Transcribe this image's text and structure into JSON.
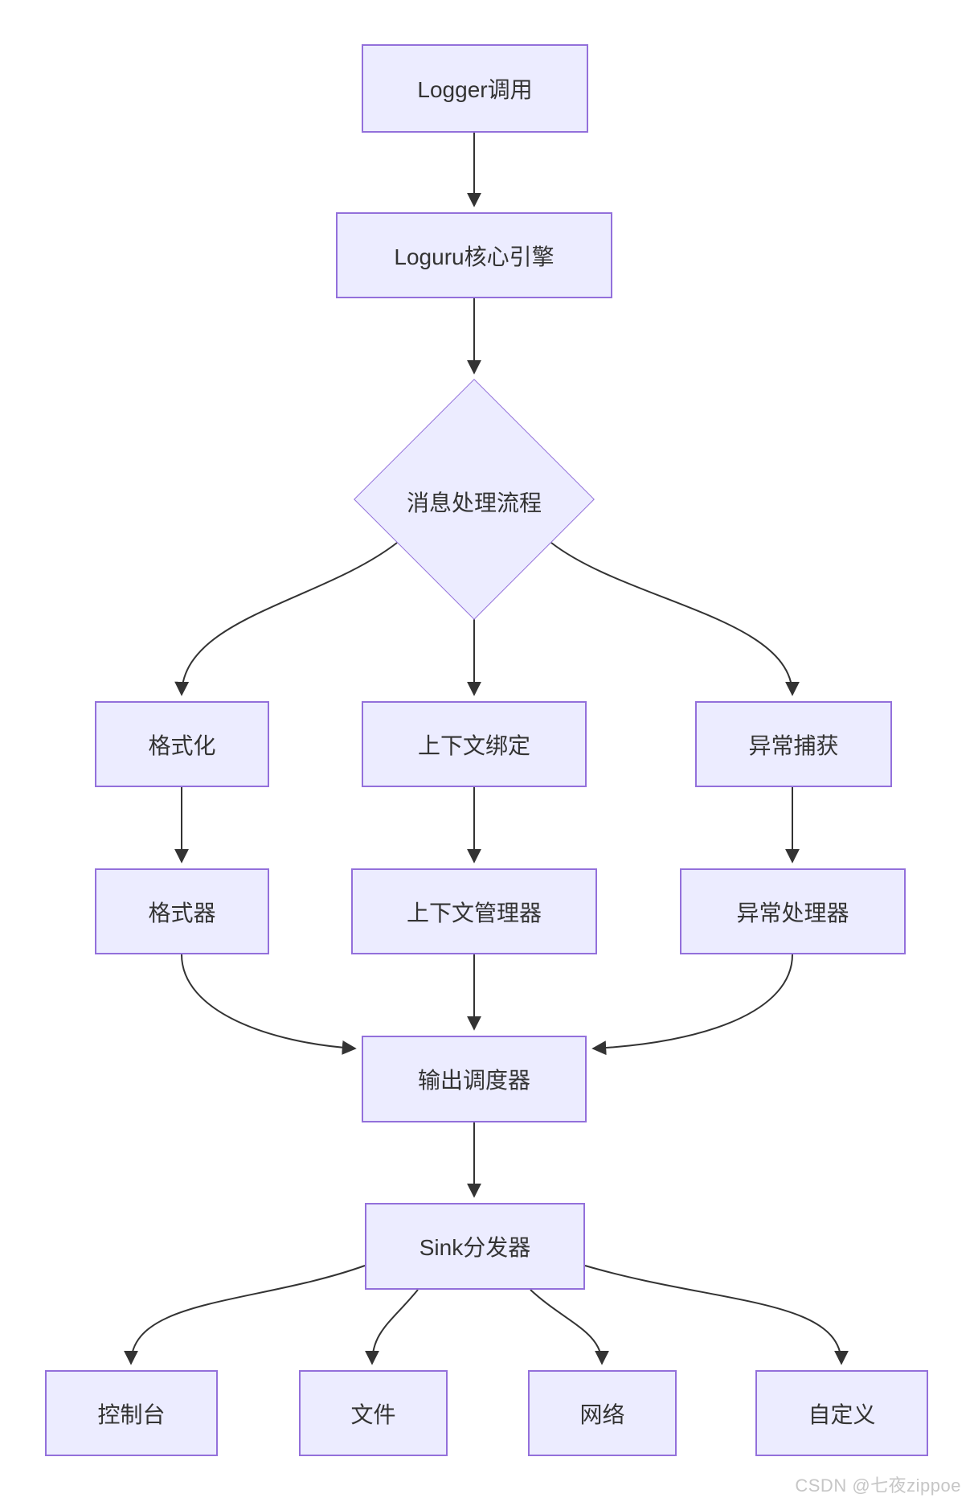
{
  "diagram": {
    "title_hint": "Loguru message processing flowchart",
    "colors": {
      "node_fill": "#ECECFF",
      "node_border": "#9370DB",
      "edge": "#333333",
      "text": "#333333",
      "background": "#ffffff",
      "watermark": "#c6c6c6"
    },
    "nodes": {
      "logger_call": {
        "label": "Logger调用",
        "shape": "rect"
      },
      "core_engine": {
        "label": "Loguru核心引擎",
        "shape": "rect"
      },
      "decision": {
        "label": "消息处理流程",
        "shape": "diamond"
      },
      "formatting": {
        "label": "格式化",
        "shape": "rect"
      },
      "context_binding": {
        "label": "上下文绑定",
        "shape": "rect"
      },
      "exception_capture": {
        "label": "异常捕获",
        "shape": "rect"
      },
      "formatter": {
        "label": "格式器",
        "shape": "rect"
      },
      "context_manager": {
        "label": "上下文管理器",
        "shape": "rect"
      },
      "exception_handler": {
        "label": "异常处理器",
        "shape": "rect"
      },
      "output_dispatcher": {
        "label": "输出调度器",
        "shape": "rect"
      },
      "sink_distributor": {
        "label": "Sink分发器",
        "shape": "rect"
      },
      "console": {
        "label": "控制台",
        "shape": "rect"
      },
      "file": {
        "label": "文件",
        "shape": "rect"
      },
      "network": {
        "label": "网络",
        "shape": "rect"
      },
      "custom": {
        "label": "自定义",
        "shape": "rect"
      }
    },
    "edges": [
      {
        "from": "logger_call",
        "to": "core_engine"
      },
      {
        "from": "core_engine",
        "to": "decision"
      },
      {
        "from": "decision",
        "to": "formatting"
      },
      {
        "from": "decision",
        "to": "context_binding"
      },
      {
        "from": "decision",
        "to": "exception_capture"
      },
      {
        "from": "formatting",
        "to": "formatter"
      },
      {
        "from": "context_binding",
        "to": "context_manager"
      },
      {
        "from": "exception_capture",
        "to": "exception_handler"
      },
      {
        "from": "formatter",
        "to": "output_dispatcher"
      },
      {
        "from": "context_manager",
        "to": "output_dispatcher"
      },
      {
        "from": "exception_handler",
        "to": "output_dispatcher"
      },
      {
        "from": "output_dispatcher",
        "to": "sink_distributor"
      },
      {
        "from": "sink_distributor",
        "to": "console"
      },
      {
        "from": "sink_distributor",
        "to": "file"
      },
      {
        "from": "sink_distributor",
        "to": "network"
      },
      {
        "from": "sink_distributor",
        "to": "custom"
      }
    ],
    "watermark": "CSDN @七夜zippoe"
  }
}
